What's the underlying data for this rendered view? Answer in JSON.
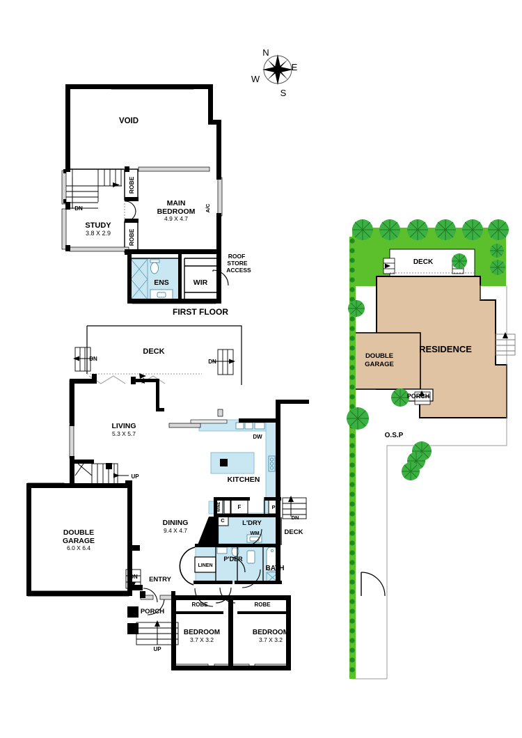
{
  "colors": {
    "wall": "#000000",
    "thin_wall": "#111111",
    "wet_area": "#c9e7f2",
    "wet_area_stroke": "#7fb8cc",
    "lawn": "#5cc02c",
    "tree": "#2aa02a",
    "tree_dark": "#1d8a22",
    "residence": "#e0c3a2",
    "white": "#ffffff",
    "window": "#d8d8d8"
  },
  "compass": {
    "name": "compass-rose",
    "north": "N",
    "east": "E",
    "south": "S",
    "west": "W"
  },
  "first_floor": {
    "title": "FIRST FLOOR",
    "rooms": [
      {
        "name": "void",
        "label": "VOID",
        "dims": ""
      },
      {
        "name": "study",
        "label": "STUDY",
        "dims": "3.8 X 2.9"
      },
      {
        "name": "main-bedroom",
        "label": "MAIN\nBEDROOM",
        "line1": "MAIN",
        "line2": "BEDROOM",
        "dims": "4.9 X 4.7"
      },
      {
        "name": "ensuite",
        "label": "ENS",
        "dims": ""
      },
      {
        "name": "walk-in-robe",
        "label": "WIR",
        "dims": ""
      }
    ],
    "annotations": [
      {
        "name": "robe-upper",
        "text": "ROBE"
      },
      {
        "name": "robe-lower",
        "text": "ROBE"
      },
      {
        "name": "air-conditioner",
        "text": "A/C"
      },
      {
        "name": "stairs-down",
        "text": "DN"
      },
      {
        "name": "roof-store-access",
        "line1": "ROOF",
        "line2": "STORE",
        "line3": "ACCESS"
      }
    ]
  },
  "ground_floor": {
    "rooms": [
      {
        "name": "deck-rear",
        "label": "DECK",
        "dims": ""
      },
      {
        "name": "living",
        "label": "LIVING",
        "dims": "5.3 X 5.7"
      },
      {
        "name": "kitchen",
        "label": "KITCHEN",
        "dims": ""
      },
      {
        "name": "dining",
        "label": "DINING",
        "dims": "9.4 X 4.7"
      },
      {
        "name": "double-garage",
        "line1": "DOUBLE",
        "line2": "GARAGE",
        "dims": "6.0 X 6.4"
      },
      {
        "name": "laundry",
        "label": "L'DRY",
        "dims": ""
      },
      {
        "name": "powder-room",
        "label": "P'DER",
        "dims": ""
      },
      {
        "name": "bathroom",
        "label": "BATH",
        "dims": ""
      },
      {
        "name": "entry",
        "label": "ENTRY",
        "dims": ""
      },
      {
        "name": "porch",
        "label": "PORCH",
        "dims": ""
      },
      {
        "name": "deck-side",
        "label": "DECK",
        "dims": ""
      },
      {
        "name": "bedroom-2",
        "label": "BEDROOM",
        "dims": "3.7 X 3.2"
      },
      {
        "name": "bedroom-3",
        "label": "BEDROOM",
        "dims": "3.7 X 3.2"
      }
    ],
    "annotations": [
      {
        "name": "deck-stairs-down-left",
        "text": "DN"
      },
      {
        "name": "deck-stairs-down-right",
        "text": "DN"
      },
      {
        "name": "stairs-up-to-first-floor",
        "text": "UP"
      },
      {
        "name": "garage-step-down",
        "text": "DN"
      },
      {
        "name": "porch-stairs-up",
        "text": "UP"
      },
      {
        "name": "side-deck-stairs-down",
        "text": "DN"
      },
      {
        "name": "dishwasher",
        "text": "DW"
      },
      {
        "name": "wine-rack",
        "text": "WINE"
      },
      {
        "name": "fridge",
        "text": "F"
      },
      {
        "name": "cupboard",
        "text": "C"
      },
      {
        "name": "pantry",
        "text": "P"
      },
      {
        "name": "washing-machine",
        "text": "WM"
      },
      {
        "name": "linen-cupboard",
        "text": "LINEN"
      },
      {
        "name": "robe-bedroom-2",
        "text": "ROBE"
      },
      {
        "name": "robe-bedroom-3",
        "text": "ROBE"
      }
    ]
  },
  "site_plan": {
    "labels": [
      {
        "name": "site-residence",
        "text": "RESIDENCE"
      },
      {
        "name": "site-double-garage",
        "line1": "DOUBLE",
        "line2": "GARAGE"
      },
      {
        "name": "site-deck",
        "text": "DECK"
      },
      {
        "name": "site-porch",
        "text": "PORCH"
      },
      {
        "name": "site-osp",
        "text": "O.S.P"
      }
    ]
  }
}
